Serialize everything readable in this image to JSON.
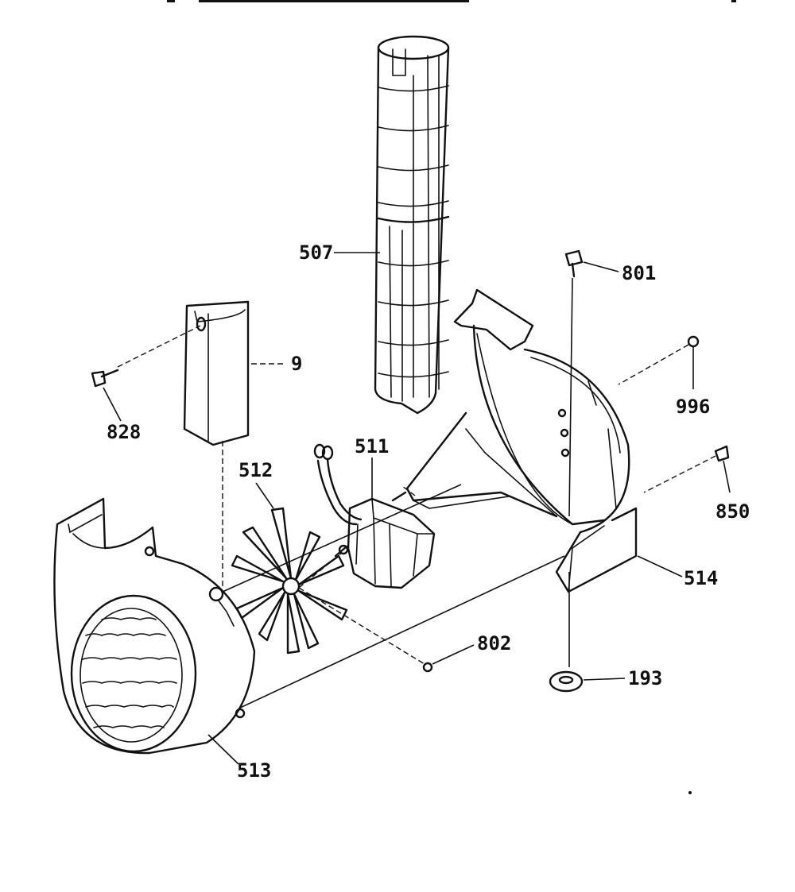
{
  "diagram": {
    "callouts": {
      "p507": "507",
      "p801": "801",
      "p9": "9",
      "p828": "828",
      "p996": "996",
      "p511": "511",
      "p512": "512",
      "p850": "850",
      "p514": "514",
      "p802": "802",
      "p193": "193",
      "p513": "513"
    }
  }
}
